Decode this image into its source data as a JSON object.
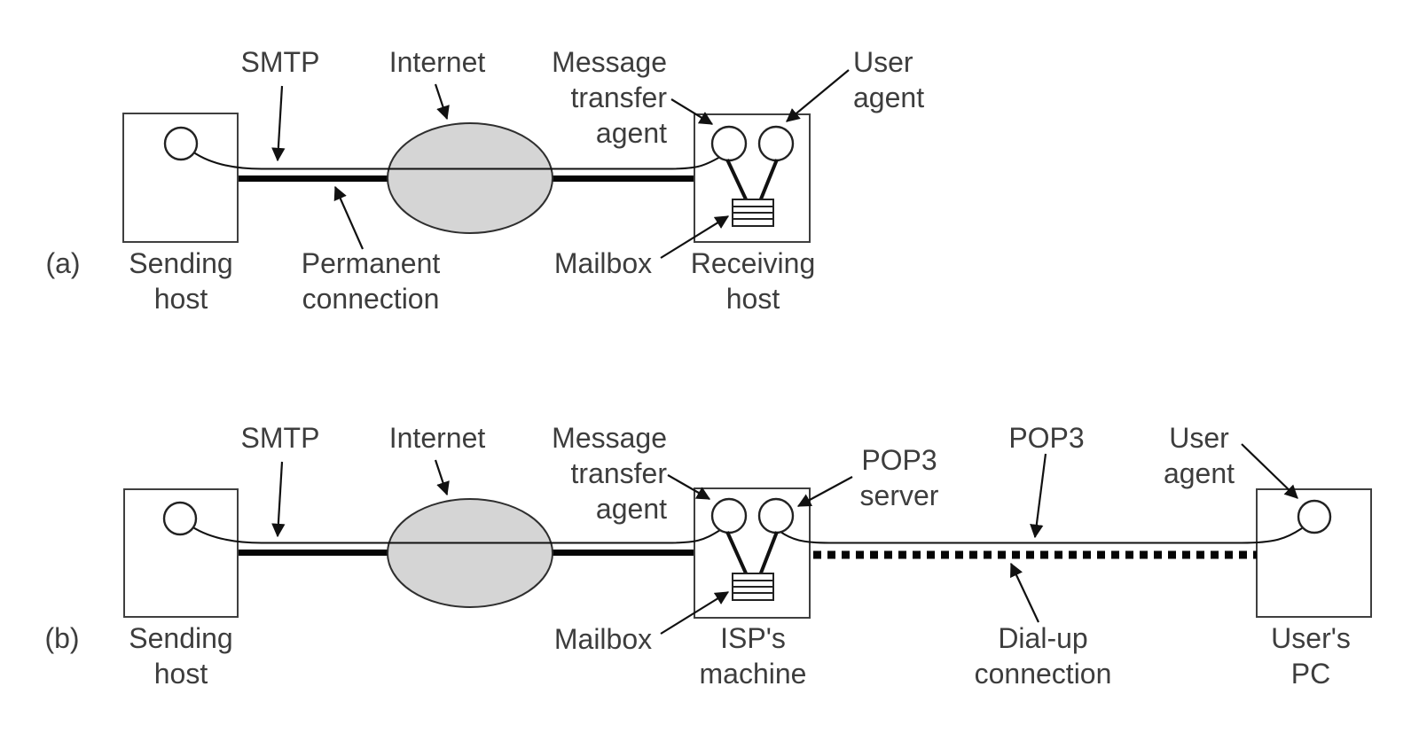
{
  "figure": {
    "description": "Email delivery diagram comparing direct SMTP delivery and POP3 retrieval",
    "colors": {
      "background": "#ffffff",
      "ink": "#111111",
      "box_stroke": "#3f3f3f",
      "text": "#3d3d3d",
      "ellipse_fill": "#d5d5d5",
      "ellipse_stroke": "#2f2f2f"
    },
    "panel_a": {
      "tag": "(a)",
      "smtp": "SMTP",
      "internet": "Internet",
      "message_transfer_agent": "Message\ntransfer\nagent",
      "user_agent": "User\nagent",
      "sending_host": "Sending\nhost",
      "permanent_connection": "Permanent\nconnection",
      "mailbox": "Mailbox",
      "receiving_host": "Receiving\nhost"
    },
    "panel_b": {
      "tag": "(b)",
      "smtp": "SMTP",
      "internet": "Internet",
      "message_transfer_agent": "Message\ntransfer\nagent",
      "pop3_server": "POP3\nserver",
      "pop3": "POP3",
      "user_agent": "User\nagent",
      "sending_host": "Sending\nhost",
      "mailbox": "Mailbox",
      "isps_machine": "ISP's\nmachine",
      "dialup_connection": "Dial-up\nconnection",
      "users_pc": "User's\nPC"
    }
  }
}
